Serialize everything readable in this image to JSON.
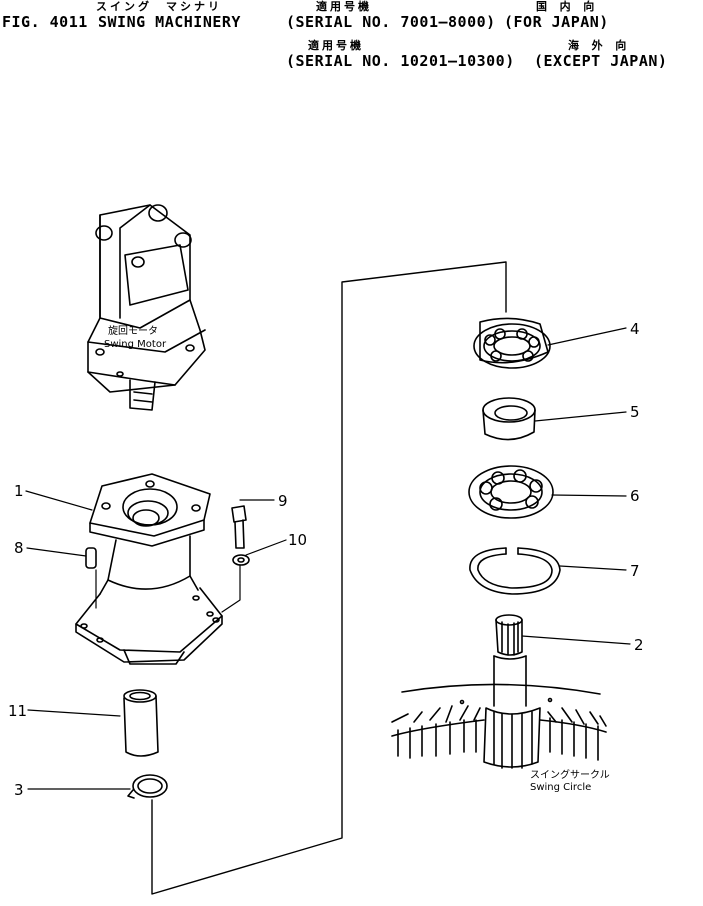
{
  "header": {
    "fig_label": "FIG. 4011",
    "title": "SWING MACHINERY",
    "title_jp": "スイング　マシナリ",
    "serial_1": "(SERIAL NO. 7001–8000)",
    "serial_1_jp": "適用号機",
    "market_1": "(FOR JAPAN)",
    "market_1_jp": "国 内 向",
    "serial_2": "(SERIAL NO. 10201–10300)",
    "serial_2_jp": "適用号機",
    "market_2": "(EXCEPT JAPAN)",
    "market_2_jp": "海 外 向"
  },
  "captions": {
    "motor_jp": "旋回モータ",
    "motor_en": "Swing Motor",
    "circle_jp": "スイングサークル",
    "circle_en": "Swing Circle"
  },
  "callouts": [
    "1",
    "2",
    "3",
    "4",
    "5",
    "6",
    "7",
    "8",
    "9",
    "10",
    "11"
  ]
}
